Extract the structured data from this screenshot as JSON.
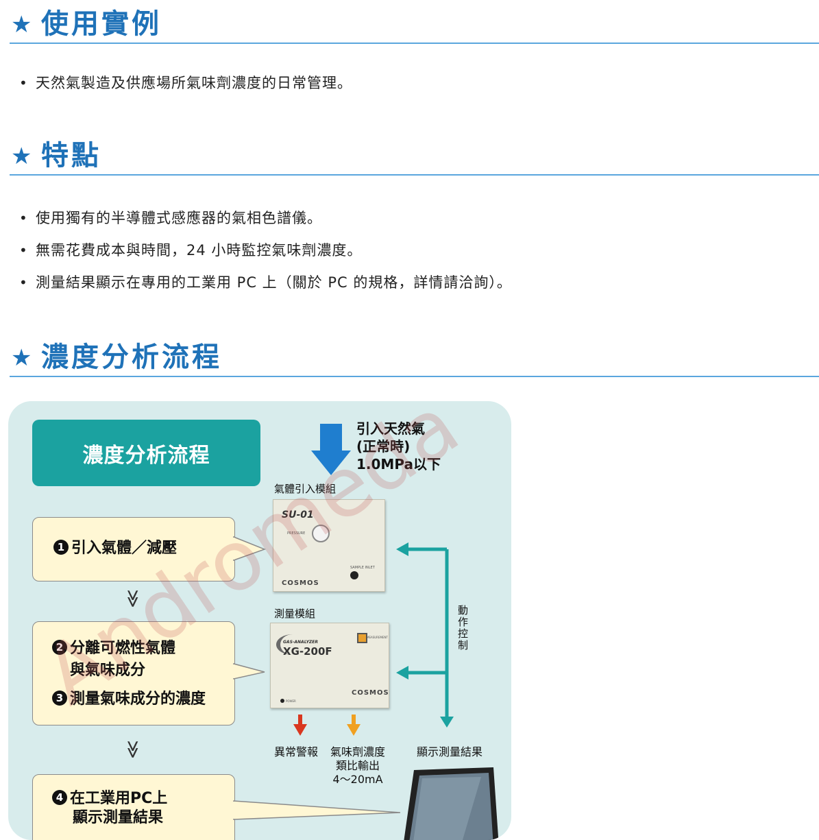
{
  "sections": {
    "use_cases": {
      "star": "★",
      "title": "使用實例",
      "items": [
        "天然氣製造及供應場所氣味劑濃度的日常管理。"
      ]
    },
    "features": {
      "star": "★",
      "title": "特點",
      "items": [
        "使用獨有的半導體式感應器的氣相色譜儀。",
        "無需花費成本與時間，24 小時監控氣味劑濃度。",
        "測量結果顯示在專用的工業用 PC 上（關於 PC 的規格，詳情請洽詢）。"
      ]
    },
    "flow": {
      "star": "★",
      "title": "濃度分析流程"
    }
  },
  "bullet": "•",
  "diagram": {
    "title": "濃度分析流程",
    "inlet": {
      "line1": "引入天然氣",
      "line2": "(正常時)",
      "line3": "1.0MPa以下"
    },
    "steps": [
      {
        "num": "1",
        "text": "引入氣體／減壓"
      },
      {
        "num": "2",
        "line1": "分離可燃性氣體",
        "line2": "與氣味成分"
      },
      {
        "num": "3",
        "text": "測量氣味成分的濃度"
      },
      {
        "num": "4",
        "line1": "在工業用PC上",
        "line2": "顯示測量結果"
      }
    ],
    "chevron": "≫",
    "gas_module": {
      "label": "氣體引入模組",
      "model": "SU-01",
      "pressure": "PRESSURE",
      "inlet": "SAMPLE INLET",
      "brand": "COSMOS"
    },
    "measure_module": {
      "label": "測量模組",
      "model_top": "GAS-ANALYZER",
      "model": "XG-200F",
      "indicator": "MEASUREMENT",
      "brand": "COSMOS",
      "power": "POWER"
    },
    "control_label": [
      "動",
      "作",
      "控",
      "制"
    ],
    "outputs": {
      "alarm": "異常警報",
      "analog_line1": "氣味劑濃度",
      "analog_line2": "類比輸出",
      "analog_line3": "4～20mA",
      "display": "顯示測量結果"
    },
    "colors": {
      "alarm_arrow": "#d9371f",
      "analog_arrow": "#f0a020",
      "control_arrow": "#1ba2a0",
      "inlet_arrow": "#1f7ecf",
      "title_box": "#1ba2a0",
      "bubble": "#fff7d4",
      "panel": "#d8ecec"
    }
  },
  "watermark": "Andromeda"
}
